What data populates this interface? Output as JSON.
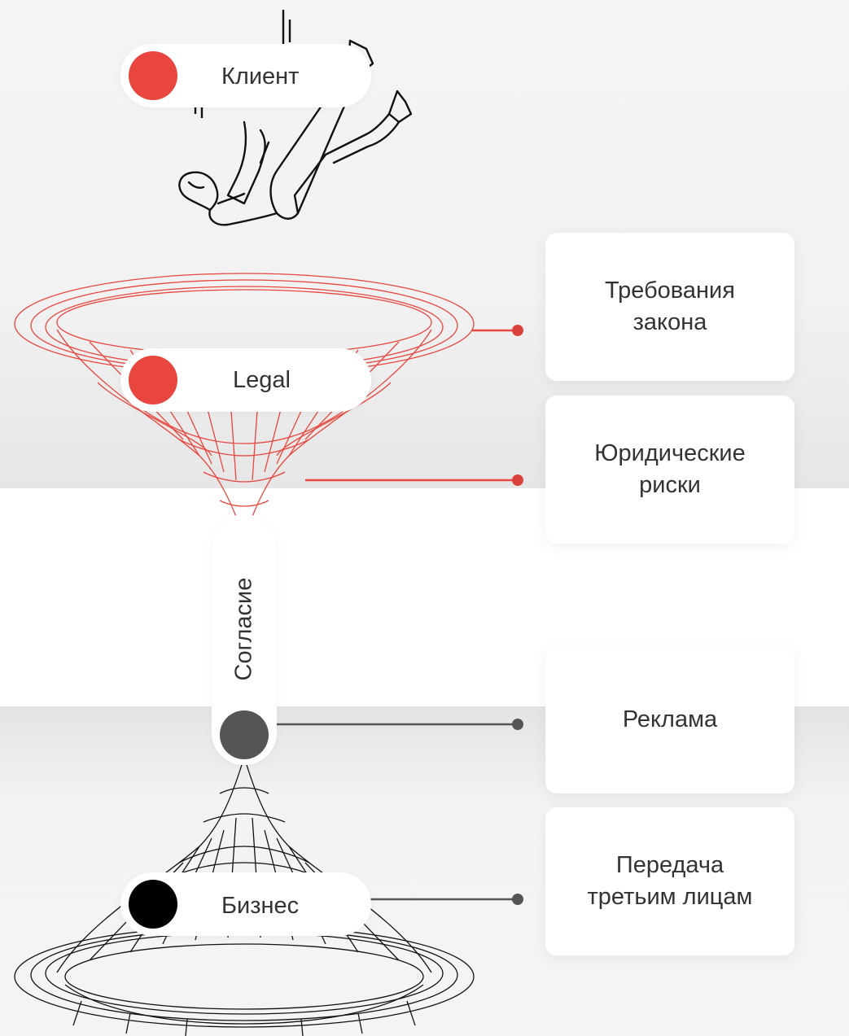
{
  "colors": {
    "red": "#e8463e",
    "gray": "#555555",
    "black": "#000000"
  },
  "stages": {
    "client": {
      "label": "Клиент",
      "dot_color": "red"
    },
    "legal": {
      "label": "Legal",
      "dot_color": "red"
    },
    "consent": {
      "label": "Согласие",
      "dot_color": "gray"
    },
    "business": {
      "label": "Бизнес",
      "dot_color": "black"
    }
  },
  "cards": [
    {
      "text": "Требования\nзакона",
      "connector_color": "red"
    },
    {
      "text": "Юридические\nриски",
      "connector_color": "red"
    },
    {
      "text": "Реклама",
      "connector_color": "gray"
    },
    {
      "text": "Передача\nтретьим лицам",
      "connector_color": "gray"
    }
  ],
  "icons": {
    "illustration": "falling-person-icon",
    "top_funnel": "red-wireframe-funnel",
    "bottom_funnel": "black-wireframe-funnel"
  }
}
